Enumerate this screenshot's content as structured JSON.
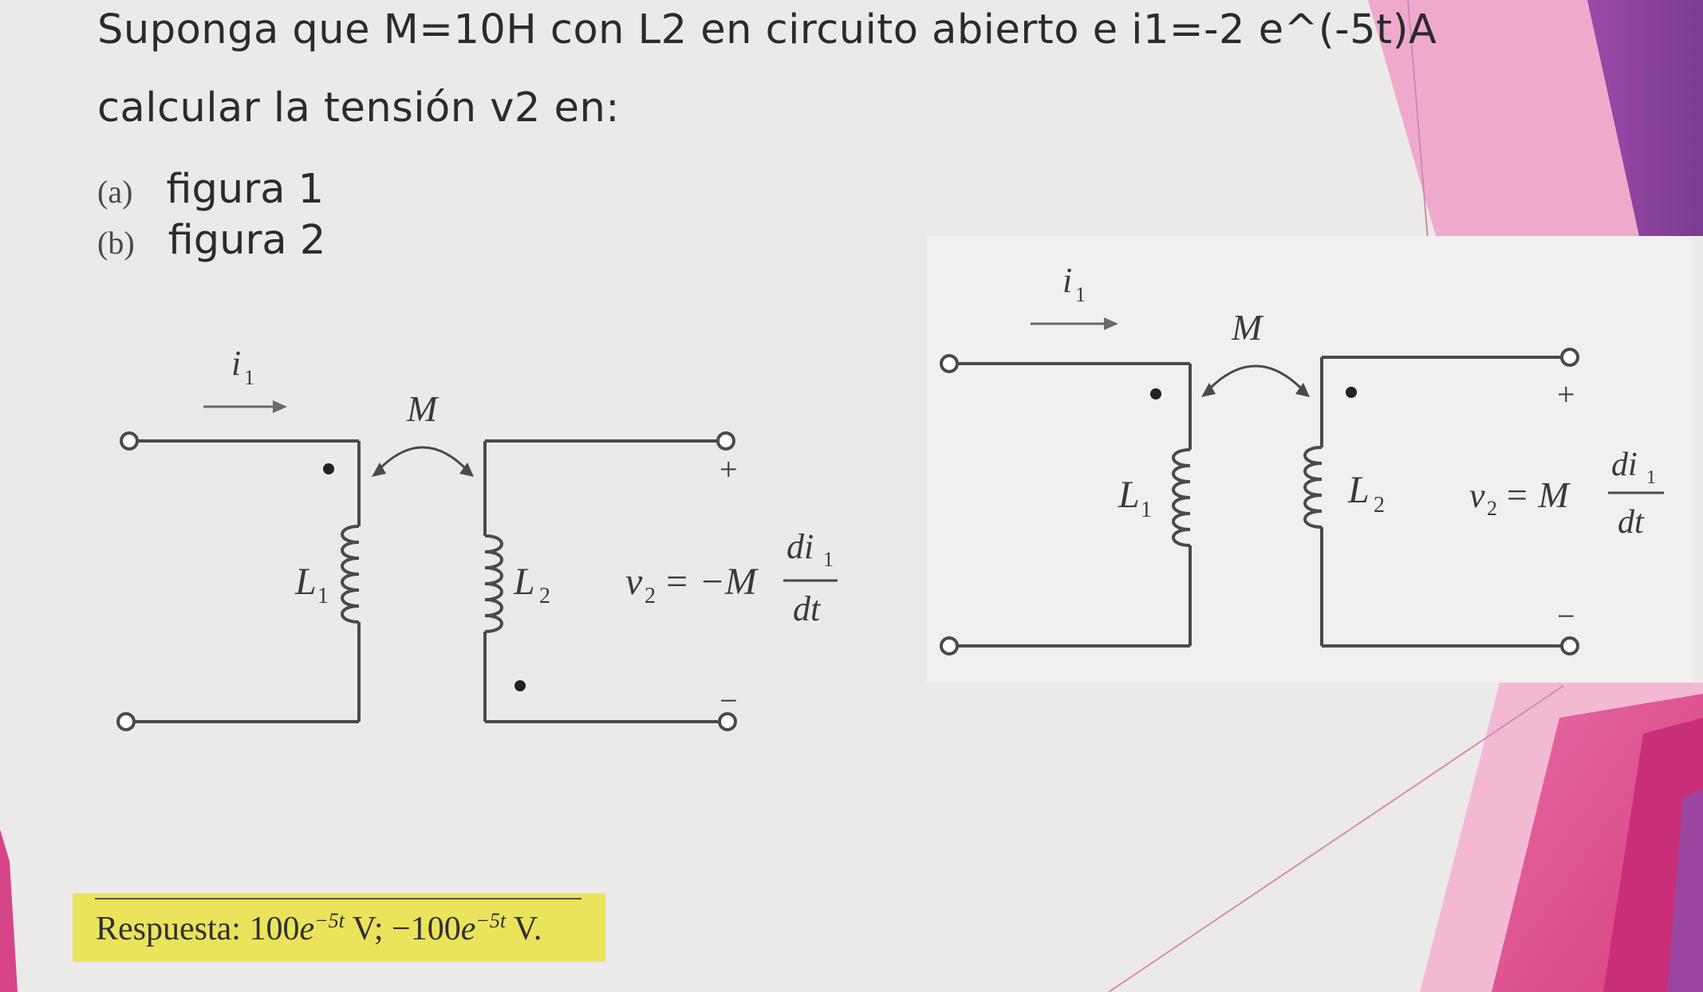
{
  "problem": {
    "line1": "Suponga que M=10H con L2 en circuito abierto e i1=-2 e^(-5t)A",
    "line2": "calcular la tensión v2 en:",
    "options": [
      {
        "letter": "(a)",
        "text": "figura 1"
      },
      {
        "letter": "(b)",
        "text": "figura 2"
      }
    ]
  },
  "figure1": {
    "current_label": "i",
    "current_sub": "1",
    "mutual_label": "M",
    "l1_label": "L",
    "l1_sub": "1",
    "l2_label": "L",
    "l2_sub": "2",
    "plus": "+",
    "minus": "−",
    "v2_label": "v",
    "v2_sub": "2",
    "eq": "= −M",
    "frac_num": "di",
    "frac_num_sub": "1",
    "frac_den": "dt"
  },
  "figure2": {
    "current_label": "i",
    "current_sub": "1",
    "mutual_label": "M",
    "l1_label": "L",
    "l1_sub": "1",
    "l2_label": "L",
    "l2_sub": "2",
    "plus": "+",
    "minus": "−",
    "v2_label": "v",
    "v2_sub": "2",
    "eq": "= M",
    "frac_num": "di",
    "frac_num_sub": "1",
    "frac_den": "dt"
  },
  "answer": {
    "prefix": "Respuesta: 100",
    "e1": "e",
    "exp1": "−5t",
    "mid": " V; −100",
    "e2": "e",
    "exp2": "−5t",
    "suffix": " V."
  },
  "colors": {
    "background": "#eceae8",
    "magenta": "#c2347e",
    "pink": "#e9659f",
    "purple": "#8b3f9a",
    "answer_highlight": "#e9e45b"
  }
}
